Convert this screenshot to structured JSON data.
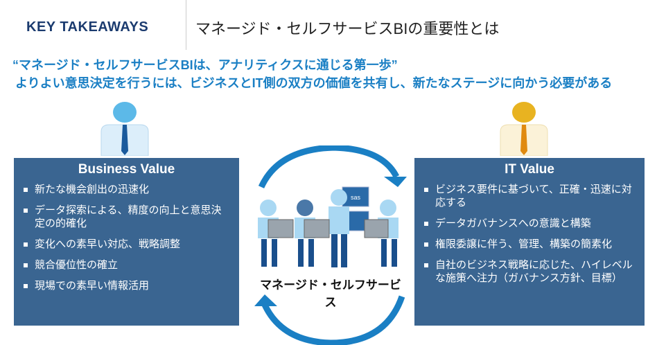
{
  "header": {
    "key_takeaways": "KEY TAKEAWAYS",
    "title": "マネージド・セルフサービスBIの重要性とは"
  },
  "lead": {
    "line1": "“マネージド・セルフサービスBIは、アナリティクスに通じる第一歩”",
    "line2": "よりよい意思決定を行うには、ビジネスとIT側の双方の価値を共有し、新たなステージに向かう必要がある"
  },
  "business": {
    "title": "Business Value",
    "items": [
      "新たな機会創出の迅速化",
      "データ探索による、精度の向上と意思決定の的確化",
      "変化への素早い対応、戦略調整",
      "競合優位性の確立",
      "現場での素早い情報活用"
    ]
  },
  "it": {
    "title": "IT Value",
    "items": [
      "ビジネス要件に基づいて、正確・迅速に対応する",
      "データガバナンスへの意識と構築",
      "権限委譲に伴う、管理、構築の簡素化",
      "自社のビジネス戦略に応じた、ハイレベルな施策へ注力（ガバナンス方針、目標）"
    ]
  },
  "center": {
    "label": "マネージド・セルフサービス",
    "screen_logo": "sas"
  },
  "colors": {
    "box": "#3a6591",
    "accent": "#1a7fc4",
    "navy": "#1b3b6f"
  }
}
